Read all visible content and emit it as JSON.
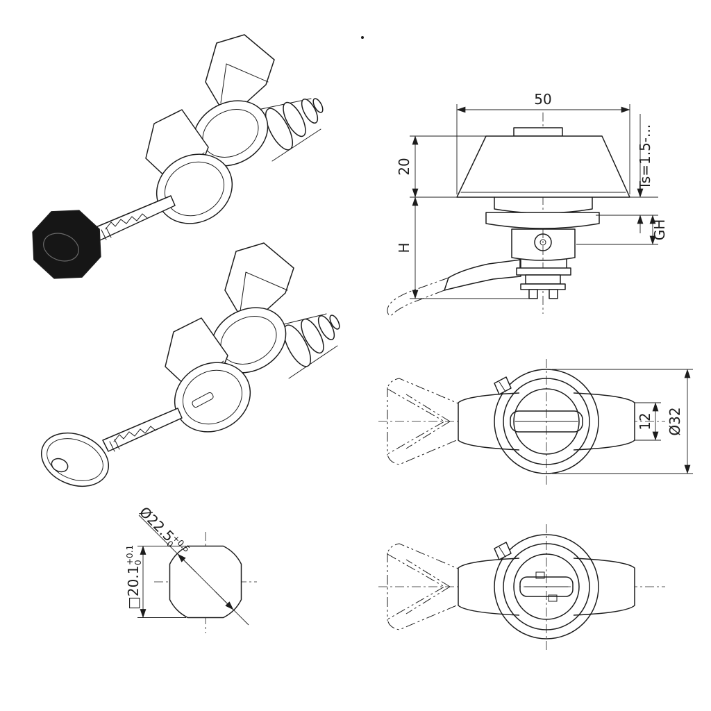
{
  "colors": {
    "line": "#1c1c1c",
    "background": "#ffffff",
    "key_fill": "#161616"
  },
  "side_view": {
    "dim_width": "50",
    "dim_knob_height": "20",
    "dim_height": "H",
    "dim_panel_thickness": "Ts=1.5-...",
    "dim_grip_height": "GH"
  },
  "top_view": {
    "dim_wing_thickness": "12",
    "dim_outer_diameter": "Ø32"
  },
  "cutout_view": {
    "dim_hole_diameter": "Ø22.5",
    "dim_hole_tol_upper": "+0.5",
    "dim_hole_tol_lower": "0",
    "dim_square": "□20.1",
    "dim_square_tol_upper": "+0.1",
    "dim_square_tol_lower": "0"
  }
}
